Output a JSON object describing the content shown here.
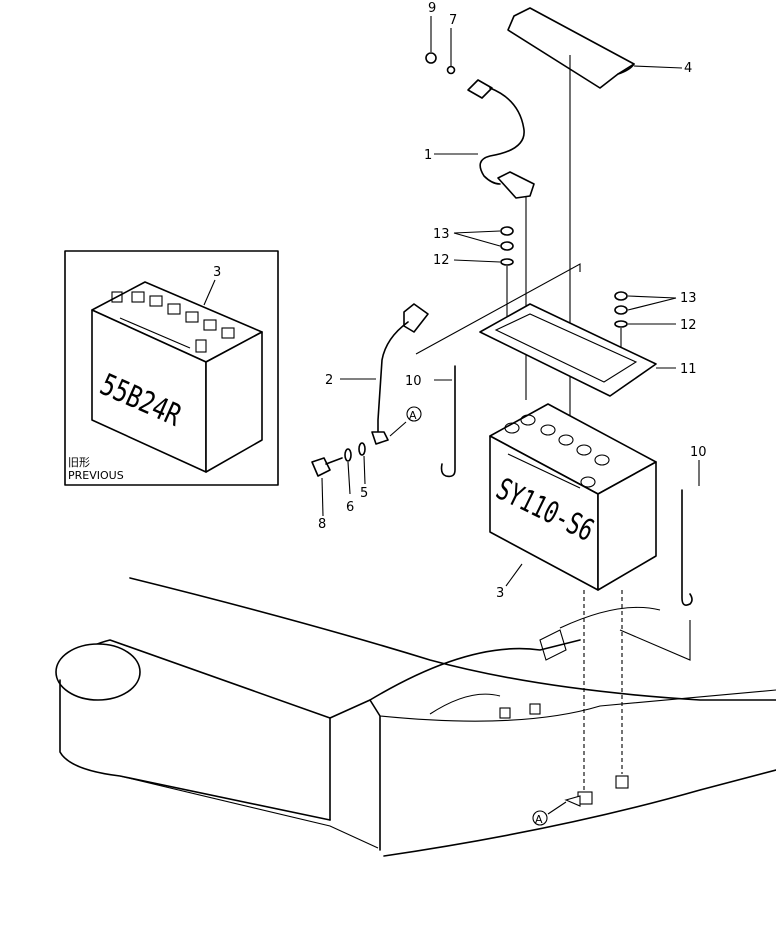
{
  "callouts": {
    "c1": "1",
    "c2": "2",
    "c3a": "3",
    "c3b": "3",
    "c4": "4",
    "c5": "5",
    "c6": "6",
    "c7": "7",
    "c8": "8",
    "c9": "9",
    "c10a": "10",
    "c10b": "10",
    "c11": "11",
    "c12a": "12",
    "c12b": "12",
    "c13a": "13",
    "c13b": "13",
    "refA1": "A",
    "refA2": "A"
  },
  "inset": {
    "battery_model": "55B24R",
    "caption_jp": "旧形",
    "caption_en": "PREVIOUS"
  },
  "main_battery_model": "SY110-S6"
}
